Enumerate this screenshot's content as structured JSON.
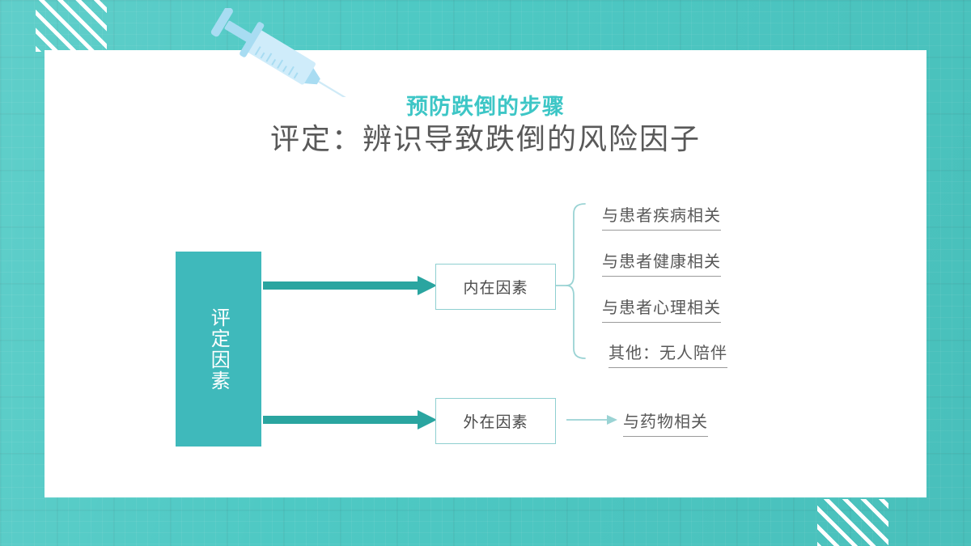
{
  "slide": {
    "main_title": "预防跌倒的步骤",
    "sub_title": "评定：辨识导致跌倒的风险因子",
    "colors": {
      "background_teal": "#4ec9c4",
      "grid_line": "#2f9a96",
      "title_teal": "#3dc6c6",
      "subtitle_gray": "#595959",
      "card_white": "#ffffff",
      "root_box_fill": "#3fb9bb",
      "box_border": "#8ecfd0",
      "arrow_teal": "#2aa5a0",
      "brace_teal": "#9ad3d4",
      "leaf_text": "#585858",
      "leaf_underline": "#9a9a9a",
      "syringe_blue": "#b9e3f4"
    }
  },
  "decorations": {
    "syringe_icon": "syringe-icon",
    "stripes_top_left": "diagonal-stripes-decoration",
    "stripes_bottom_right": "diagonal-stripes-decoration"
  },
  "diagram": {
    "root": {
      "label": "评定因素"
    },
    "branches": [
      {
        "label": "内在因素",
        "leaves": [
          "与患者疾病相关",
          "与患者健康相关",
          "与患者心理相关",
          "其他：无人陪伴"
        ]
      },
      {
        "label": "外在因素",
        "leaves": [
          "与药物相关"
        ]
      }
    ]
  }
}
